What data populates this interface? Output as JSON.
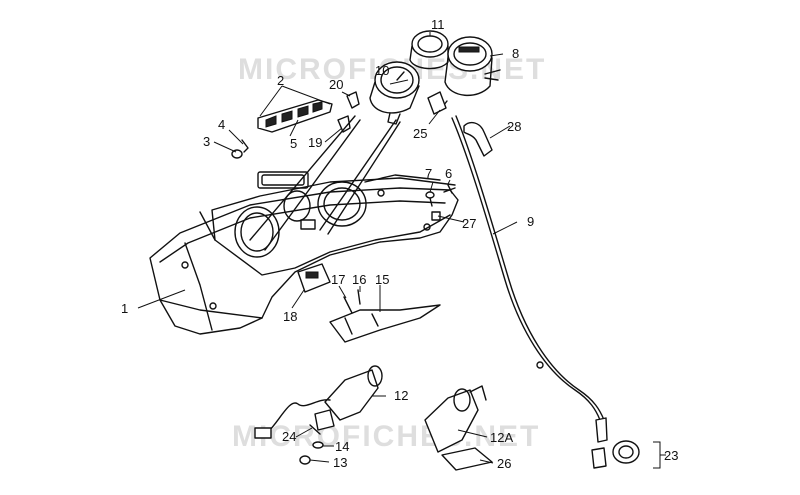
{
  "watermark": "MICROFICHES.NET",
  "labels": [
    "1",
    "2",
    "3",
    "4",
    "5",
    "6",
    "7",
    "8",
    "9",
    "10",
    "11",
    "12",
    "12A",
    "13",
    "14",
    "15",
    "16",
    "17",
    "18",
    "19",
    "20",
    "23",
    "24",
    "25",
    "26",
    "27",
    "28"
  ]
}
